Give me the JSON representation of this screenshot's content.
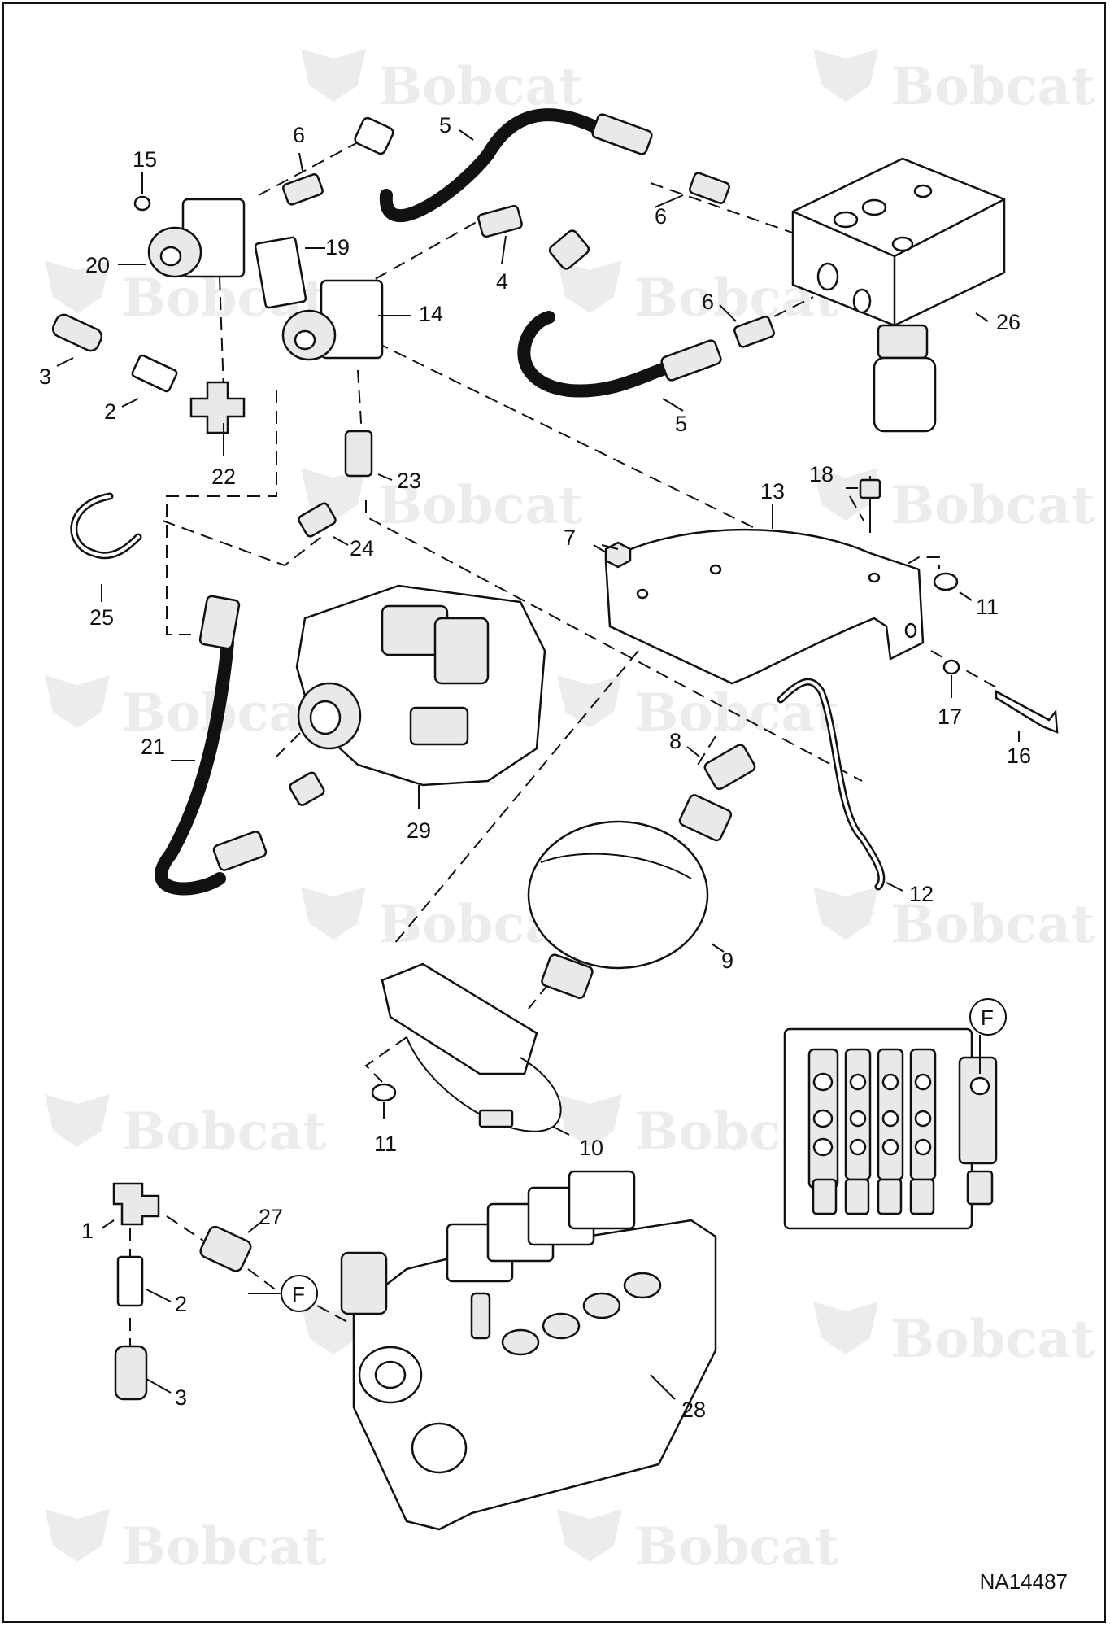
{
  "diagram": {
    "watermark_text": "Bobcat",
    "drawing_id": "NA14487",
    "detail_callout": "F",
    "part_labels": [
      "1",
      "2",
      "3",
      "4",
      "5",
      "6",
      "7",
      "8",
      "9",
      "10",
      "11",
      "12",
      "13",
      "14",
      "15",
      "16",
      "17",
      "18",
      "19",
      "20",
      "21",
      "22",
      "23",
      "24",
      "25",
      "26",
      "27",
      "28",
      "29"
    ],
    "repeated_labels": {
      "second_2": "2",
      "second_3": "3",
      "second_5": "5",
      "second_6": "6",
      "third_6": "6",
      "second_11": "11"
    }
  }
}
